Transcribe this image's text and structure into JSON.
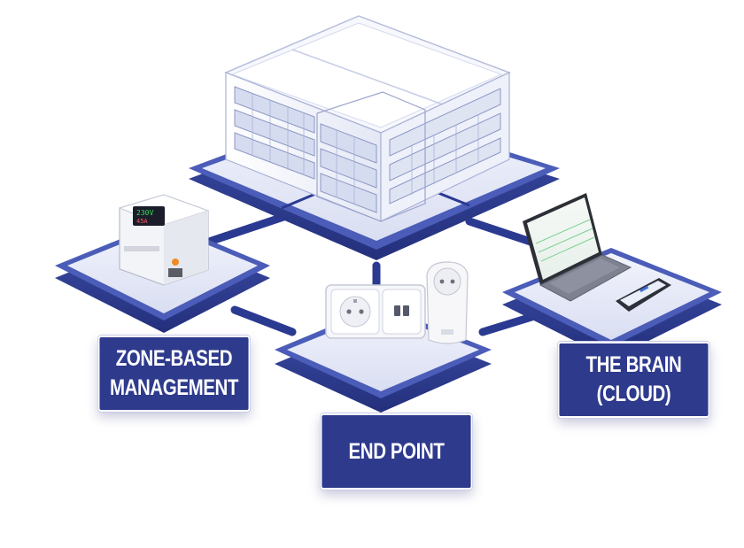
{
  "labels": {
    "zone": {
      "line1": "ZONE-BASED",
      "line2": "MANAGEMENT"
    },
    "endpoint": {
      "line1": "END POINT"
    },
    "brain": {
      "line1": "THE BRAIN",
      "line2": "(CLOUD)"
    }
  },
  "device_display": {
    "row1": "230V",
    "row2": "45A"
  },
  "colors": {
    "platform_dark": "#2b3a91",
    "platform_mid": "#3c4ea8",
    "platform_top": "#e7ebf8",
    "label_bg": "#2e3a8c",
    "connector": "#2b3a91"
  },
  "icons": [
    "building",
    "din-rail-meter",
    "wall-socket-usb",
    "smart-plug",
    "laptop-dashboard",
    "smartphone"
  ]
}
